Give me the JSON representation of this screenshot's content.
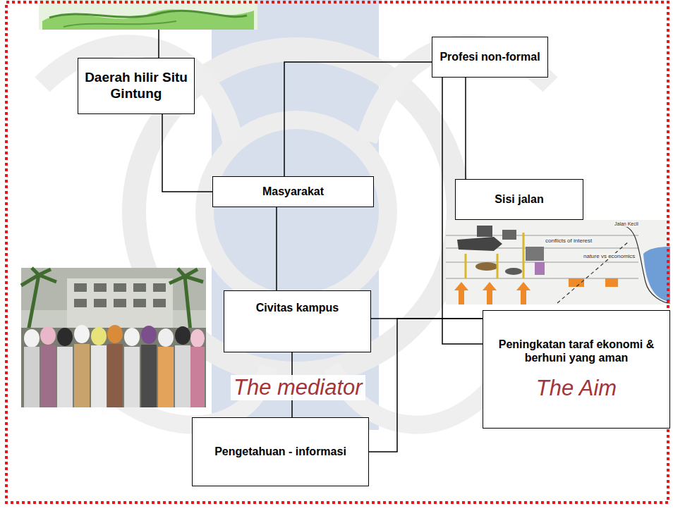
{
  "diagram": {
    "nodes": [
      {
        "text": [
          "Daerah hilir Situ Gintung"
        ]
      },
      {
        "text": [
          "Profesi non-formal"
        ]
      },
      {
        "text": [
          "Masyarakat"
        ]
      },
      {
        "text": [
          "Sisi jalan"
        ]
      },
      {
        "text": [
          "Civitas kampus"
        ]
      },
      {
        "text": [
          "Peningkatan taraf ekonomi & berhuni yang aman",
          "The Aim"
        ]
      },
      {
        "text": [
          "Pengetahuan - informasi"
        ]
      }
    ],
    "edges": [
      {
        "from": 0,
        "to": 2,
        "arrow": "none"
      },
      {
        "from": 1,
        "to": 2,
        "arrow": "none"
      },
      {
        "from": 2,
        "to": 4,
        "arrow": "none"
      },
      {
        "from": 1,
        "to": 3,
        "arrow": "none"
      },
      {
        "from": 1,
        "to": 5,
        "arrow": "none"
      },
      {
        "from": 4,
        "to": 6,
        "arrow": "none"
      },
      {
        "from": 4,
        "to": 5,
        "arrow": "none"
      },
      {
        "from": 6,
        "to": 5,
        "arrow": "none"
      }
    ],
    "labels": [
      "The mediator",
      "Jalan Kecil",
      "conflicts of interest",
      "nature vs economics"
    ]
  }
}
